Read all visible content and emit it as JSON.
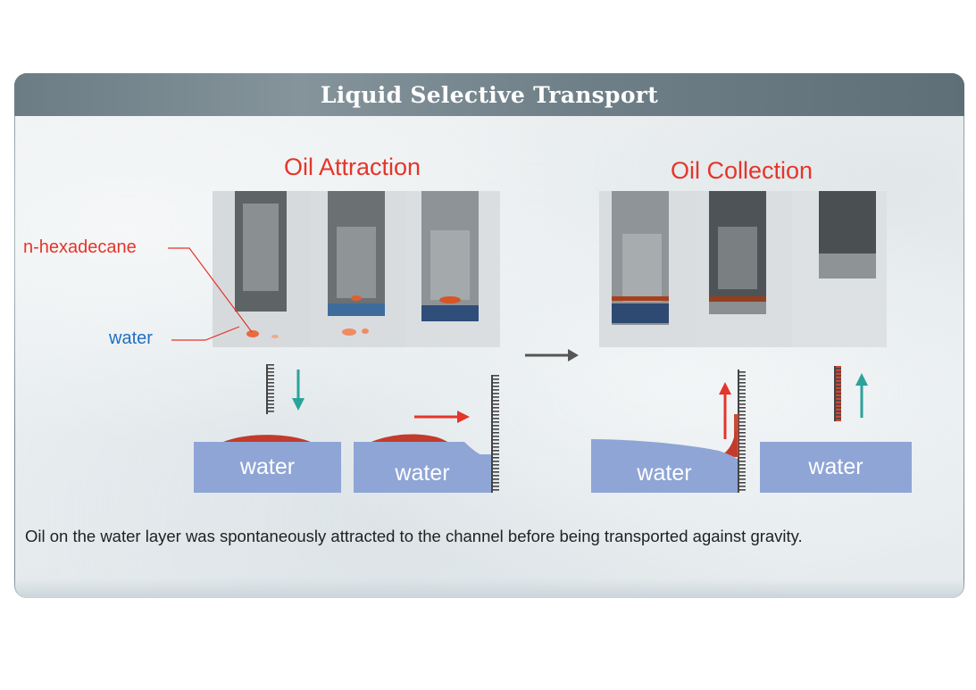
{
  "title": "Liquid Selective Transport",
  "sections": {
    "attraction_title": "Oil Attraction",
    "collection_title": "Oil Collection"
  },
  "labels": {
    "oil": "n-hexadecane",
    "water": "water"
  },
  "water_boxes": [
    "water",
    "water",
    "water",
    "water"
  ],
  "caption": "Oil on the water layer was spontaneously attracted to the channel before being transported against gravity.",
  "colors": {
    "oil": "#e5352a",
    "water_label": "#1f6fc2",
    "water_layer": "#8fa5d6",
    "teal_arrow": "#2aa39a",
    "red_arrow": "#e5352a"
  }
}
